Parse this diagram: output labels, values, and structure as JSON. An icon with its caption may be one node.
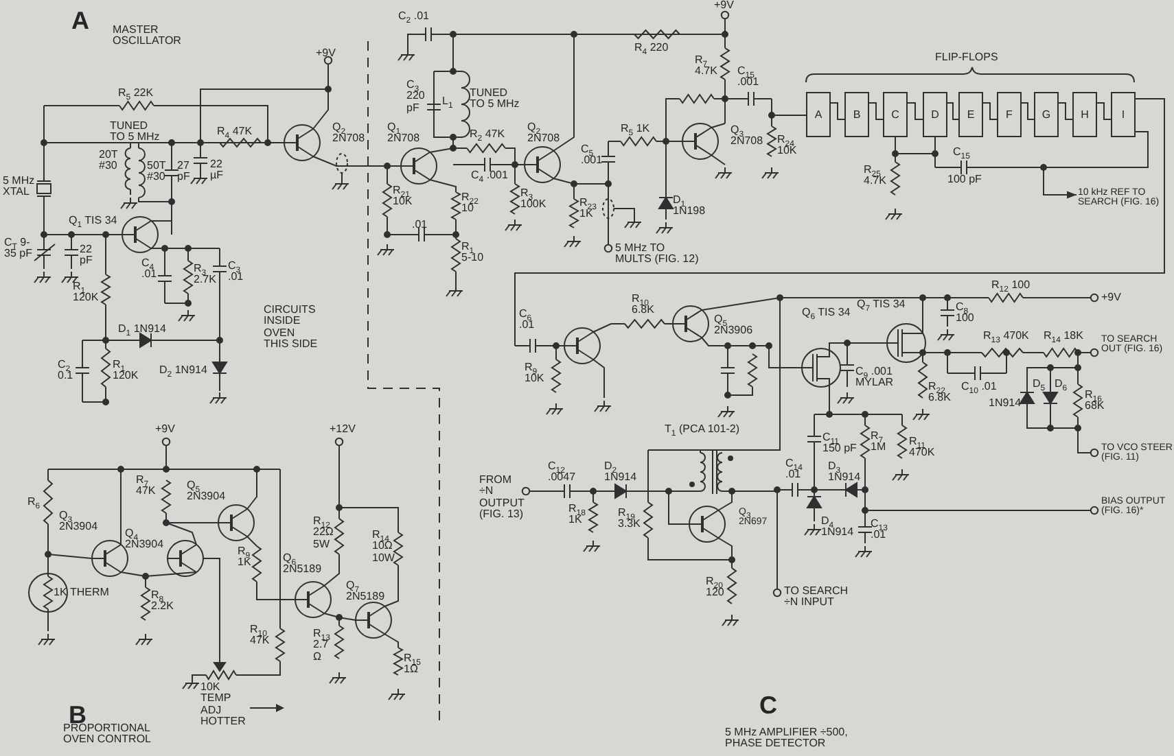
{
  "diagram": {
    "nodes": [
      {
        "text": [
          "A"
        ]
      },
      {
        "text": [
          "B"
        ]
      },
      {
        "text": [
          "C"
        ]
      },
      {
        "text": [
          "D"
        ]
      },
      {
        "text": [
          "E"
        ]
      },
      {
        "text": [
          "F"
        ]
      },
      {
        "text": [
          "G"
        ]
      },
      {
        "text": [
          "H"
        ]
      },
      {
        "text": [
          "I"
        ]
      },
      {
        "text": [
          "10 kHz REF TO SEARCH (FIG. 16)"
        ]
      }
    ],
    "edges": [
      {
        "from": 0,
        "to": 1,
        "arrow": "none"
      },
      {
        "from": 1,
        "to": 2,
        "arrow": "none"
      },
      {
        "from": 2,
        "to": 3,
        "arrow": "none"
      },
      {
        "from": 3,
        "to": 4,
        "arrow": "none"
      },
      {
        "from": 4,
        "to": 5,
        "arrow": "none"
      },
      {
        "from": 5,
        "to": 6,
        "arrow": "none"
      },
      {
        "from": 6,
        "to": 7,
        "arrow": "none"
      },
      {
        "from": 7,
        "to": 8,
        "arrow": "none"
      },
      {
        "from": 8,
        "to": 9,
        "arrow": "to"
      }
    ],
    "labels": [
      "A",
      "MASTER OSCILLATOR",
      "+9V",
      "R$_{5}$ 22K",
      "TUNED TO 5 MHz",
      "R$_{4}$ 47K",
      "Q$_{2}$ 2N708",
      "20T #30",
      "50T #30",
      "27 pF",
      "22 µF",
      "5 MHz XTAL",
      "C$_{T}$ 9-35 pF",
      "Q$_{1}$ TIS 34",
      "22 pF",
      "C$_{4}$ .01",
      "R$_{3}$ 2.7K",
      "C$_{3}$ .01",
      "R$_{1}$ 120K",
      "CIRCUITS INSIDE OVEN THIS SIDE",
      "D$_{1}$ 1N914",
      "C$_{2}$ 0.1",
      "R$_{1}$ 120K",
      "D$_{2}$ 1N914",
      "C$_{2}$ .01",
      "+9V",
      "R$_{4}$ 220",
      "C$_{3}$ 220 pF",
      "L$_{1}$",
      "TUNED TO 5 MHz",
      "R$_{2}$ 47K",
      "Q$_{1}$ 2N708",
      "Q$_{2}$ 2N708",
      "C$_{4}$ .001",
      "R$_{21}$ 10K",
      "R$_{22}$ 10",
      "R$_{3}$ 100K",
      ".01",
      "R$_{1}$ 5-10",
      "C$_{5}$ .001",
      "R$_{5}$ 1K",
      "R$_{23}$ 1K",
      "5 MHz TO MULTS (FIG. 12)",
      "D$_{1}$ 1N198",
      "R$_{7}$ 4.7K",
      "C$_{15}$ .001",
      "Q$_{3}$ 2N708",
      "R$_{24}$ 10K",
      "FLIP-FLOPS",
      "R$_{25}$ 4.7K",
      "C$_{15}$",
      "100 pF",
      "R$_{12}$ 100",
      "+9V",
      "C$_{6}$ .01",
      "R$_{10}$ 6.8K",
      "Q$_{5}$ 2N3906",
      "Q$_{6}$ TIS 34",
      "Q$_{7}$ TIS 34",
      "C$_{8}$ 100",
      "R$_{13}$ 470K",
      "R$_{14}$ 18K",
      "TO SEARCH OUT (FIG. 16)",
      "C$_{9}$ .001 MYLAR",
      "C$_{10}$ .01",
      "R$_{22}$ 6.8K",
      "1N914",
      "D$_{5}$",
      "D$_{6}$",
      "R$_{16}$ 68K",
      "R$_{9}$ 10K",
      "TO VCO STEER (FIG. 11)",
      "T$_{1}$ (PCA 101-2)",
      "C$_{11}$ 150 pF",
      "R$_{7}$ 1M",
      "R$_{11}$ 470K",
      "FROM ÷N OUTPUT (FIG. 13)",
      "C$_{12}$ .0047",
      "D$_{2}$ 1N914",
      "C$_{14}$ .01",
      "D$_{3}$ 1N914",
      "D$_{4}$ 1N914",
      "R$_{18}$ 1K",
      "R$_{19}$ 3.3K",
      "Q$_{3}$ 2N697",
      "BIAS OUTPUT (FIG. 16)*",
      "C$_{13}$ .01",
      "R$_{20}$ 120",
      "TO SEARCH ÷N INPUT",
      "C",
      "5 MHz AMPLIFIER ÷500, PHASE DETECTOR",
      "+9V",
      "+12V",
      "R$_{6}$",
      "Q$_{3}$ 2N3904",
      "R$_{7}$ 47K",
      "Q$_{5}$ 2N3904",
      "Q$_{4}$ 2N3904",
      "R$_{9}$ 1K",
      "R$_{12}$ 22Ω 5W",
      "R$_{14}$ 10Ω 10W",
      "Q$_{6}$ 2N5189",
      "1K",
      "THERM",
      "R$_{8}$ 2.2K",
      "Q$_{7}$ 2N5189",
      "R$_{10}$ 47K",
      "R$_{13}$ 2.7 Ω",
      "R$_{15}$ 1Ω",
      "10K TEMP ADJ HOTTER",
      "B",
      "PROPORTIONAL OVEN CONTROL"
    ]
  }
}
